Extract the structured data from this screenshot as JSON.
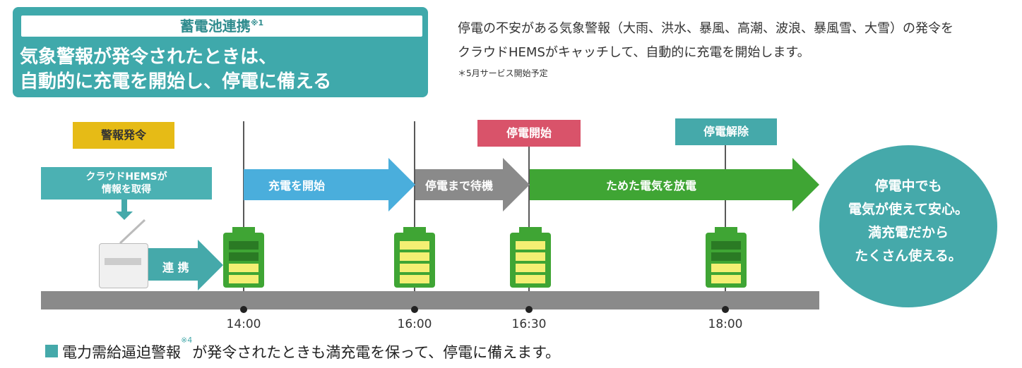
{
  "header": {
    "tag": "蓄電池連携",
    "tag_note": "※1",
    "line1": "気象警報が発令されたときは、",
    "line2": "自動的に充電を開始し、停電に備える"
  },
  "description": {
    "line1": "停電の不安がある気象警報（大雨、洪水、暴風、高潮、波浪、暴風雪、大雪）の発令を",
    "line2": "クラウドHEMSがキャッチして、自動的に充電を開始します。",
    "note": "＊5月サービス開始予定"
  },
  "labels": {
    "alert": "警報発令",
    "cloud_line1": "クラウドHEMSが",
    "cloud_line2": "情報を取得",
    "link": "連 携",
    "outage_start": "停電開始",
    "outage_end": "停電解除"
  },
  "arrows": {
    "charge": "充電を開始",
    "wait": "停電まで待機",
    "discharge": "ためた電気を放電"
  },
  "times": [
    "14:00",
    "16:00",
    "16:30",
    "18:00"
  ],
  "batteries": {
    "levels": [
      0.5,
      1.0,
      1.0,
      0.5
    ]
  },
  "circle": {
    "line1": "停電中でも",
    "line2": "電気が使えて安心。",
    "line3": "満充電だから",
    "line4": "たくさん使える。"
  },
  "footer": {
    "text_a": "電力需給逼迫警報",
    "note": "※4",
    "text_b": "が発令されたときも満充電を保って、停電に備えます。"
  },
  "colors": {
    "teal": "#45a9aa",
    "green": "#3fa534",
    "blue": "#4aaedc",
    "gray": "#8a8a8a",
    "yellow": "#e6bb16",
    "red": "#d9536a"
  }
}
